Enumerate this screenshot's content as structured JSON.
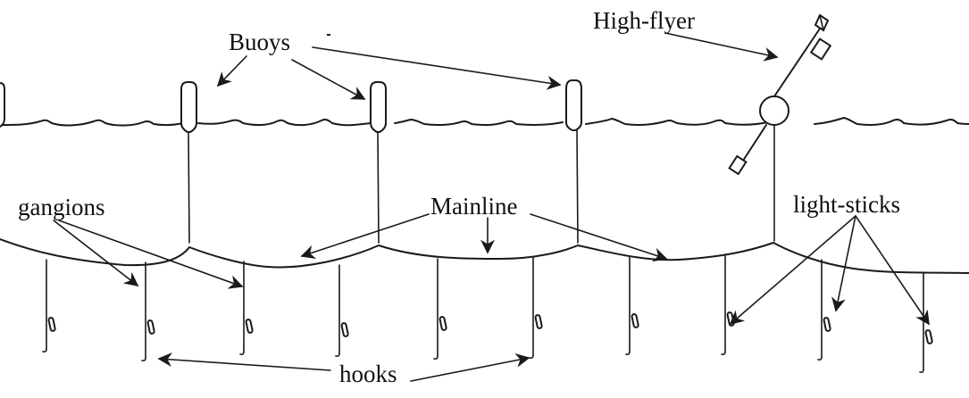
{
  "diagram": {
    "title": "Pelagic longline gear schematic",
    "labels": {
      "buoys": "Buoys",
      "high_flyer": "High-flyer",
      "gangions": "gangions",
      "mainline": "Mainline",
      "light_sticks": "light-sticks",
      "hooks": "hooks"
    },
    "components": {
      "buoy_count": 4,
      "high_flyer_count": 1,
      "gangion_count": 10,
      "hooks_with_light_sticks": 10
    },
    "colors": {
      "ink": "#1a1a1a",
      "background": "#ffffff"
    }
  }
}
